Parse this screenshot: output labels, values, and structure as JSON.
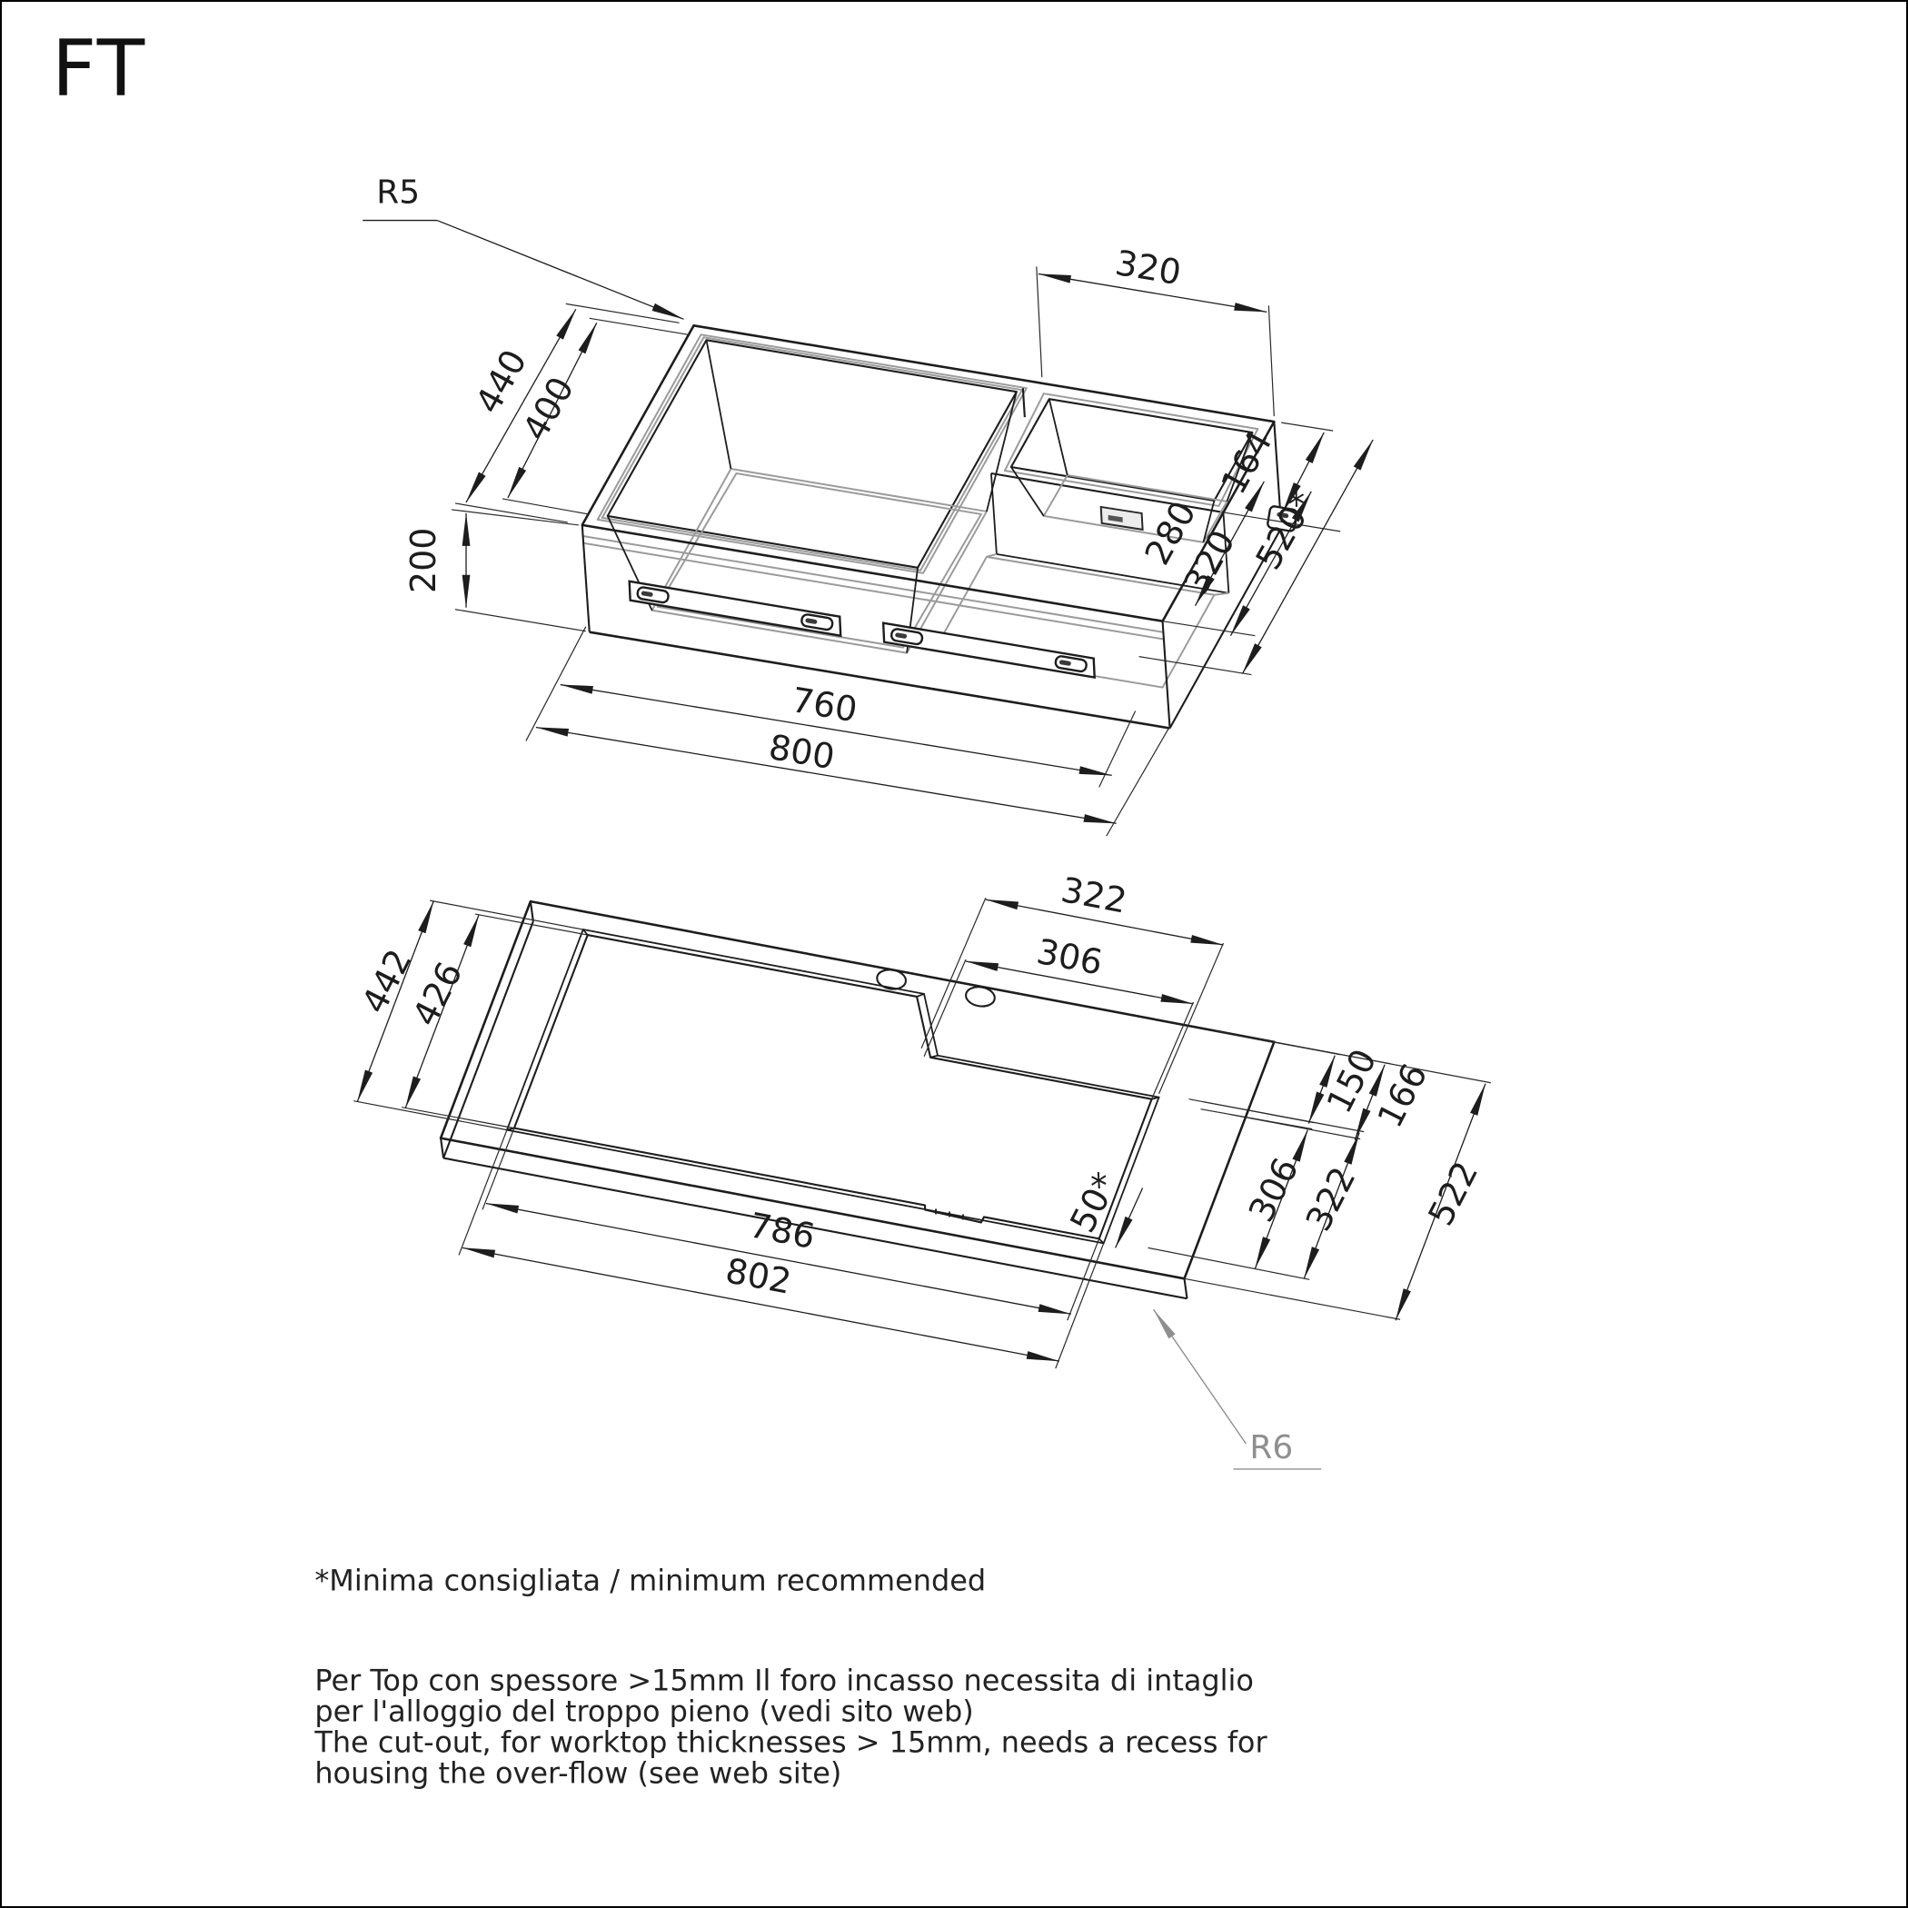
{
  "title": "FT",
  "top_view": {
    "radius_label": "R5",
    "dims": {
      "d440": "440",
      "d400": "400",
      "d200": "200",
      "d760": "760",
      "d800": "800",
      "d320_top": "320",
      "d164": "164",
      "d280": "280",
      "d320_right": "320",
      "d520": "520*"
    }
  },
  "bottom_view": {
    "radius_label": "R6",
    "dims": {
      "d442": "442",
      "d426": "426",
      "d786": "786",
      "d802": "802",
      "d322_top": "322",
      "d306_top": "306",
      "d150": "150",
      "d166": "166",
      "d306_right": "306",
      "d322_right": "322",
      "d522": "522",
      "d50": "50*"
    }
  },
  "footnotes": {
    "asterisk": "*Minima consigliata / minimum recommended",
    "note_it_1": "Per Top con spessore >15mm Il foro incasso necessita di intaglio",
    "note_it_2": "per l'alloggio del troppo pieno (vedi sito web)",
    "note_en_1": "The cut-out, for worktop thicknesses > 15mm, needs a recess for",
    "note_en_2": "housing the over-flow (see web site)"
  }
}
